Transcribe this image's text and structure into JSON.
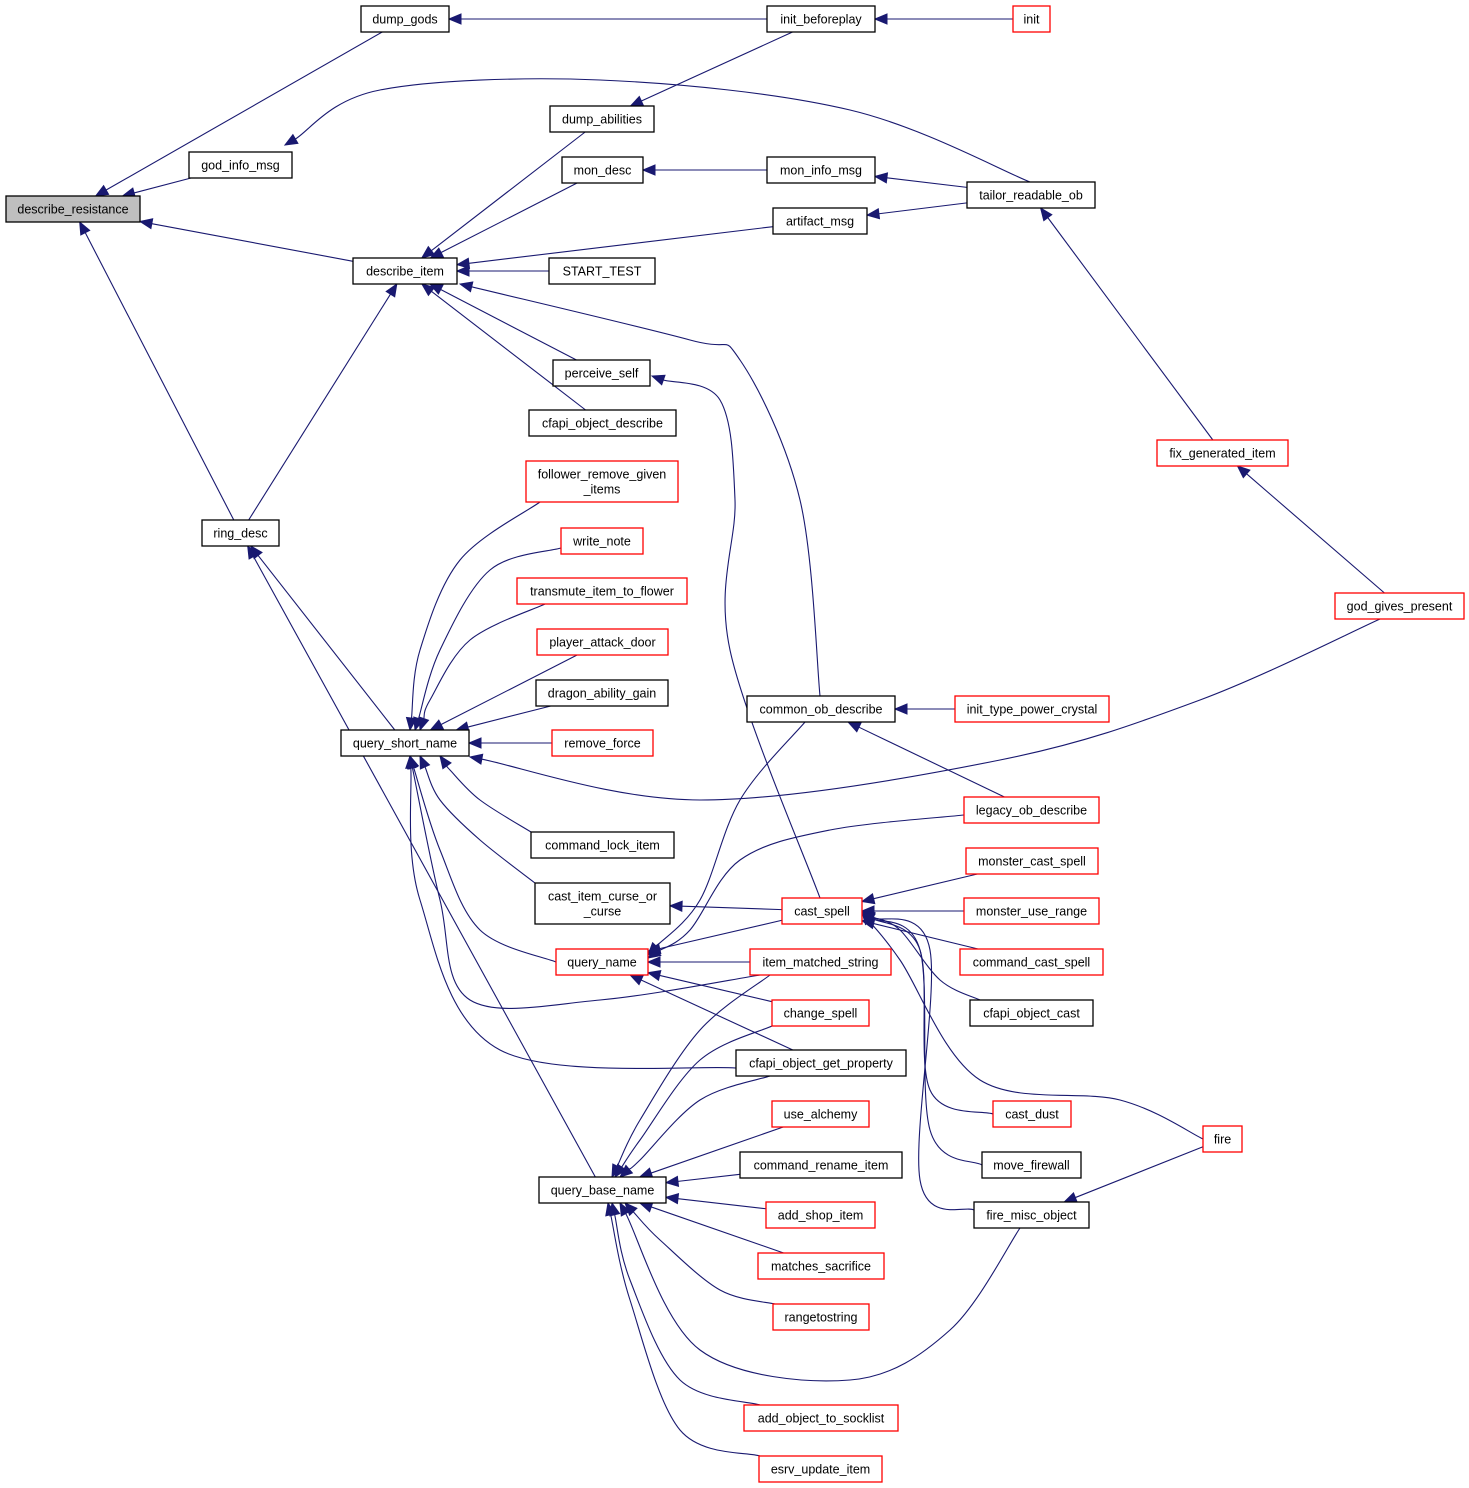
{
  "colors": {
    "edge": "#191970",
    "focus_fill": "#bfbfbf",
    "normal_border": "#000000",
    "truncated_border": "#ff0000",
    "background": "#ffffff"
  },
  "nodes": [
    {
      "id": "describe_resistance",
      "label": [
        "describe_resistance"
      ],
      "kind": "focus"
    },
    {
      "id": "dump_gods",
      "label": [
        "dump_gods"
      ],
      "kind": "normal"
    },
    {
      "id": "god_info_msg",
      "label": [
        "god_info_msg"
      ],
      "kind": "normal"
    },
    {
      "id": "describe_item",
      "label": [
        "describe_item"
      ],
      "kind": "normal"
    },
    {
      "id": "ring_desc",
      "label": [
        "ring_desc"
      ],
      "kind": "normal"
    },
    {
      "id": "init_beforeplay",
      "label": [
        "init_beforeplay"
      ],
      "kind": "normal"
    },
    {
      "id": "init",
      "label": [
        "init"
      ],
      "kind": "truncated"
    },
    {
      "id": "dump_abilities",
      "label": [
        "dump_abilities"
      ],
      "kind": "normal"
    },
    {
      "id": "mon_desc",
      "label": [
        "mon_desc"
      ],
      "kind": "normal"
    },
    {
      "id": "mon_info_msg",
      "label": [
        "mon_info_msg"
      ],
      "kind": "normal"
    },
    {
      "id": "tailor_readable_ob",
      "label": [
        "tailor_readable_ob"
      ],
      "kind": "normal"
    },
    {
      "id": "artifact_msg",
      "label": [
        "artifact_msg"
      ],
      "kind": "normal"
    },
    {
      "id": "START_TEST",
      "label": [
        "START_TEST"
      ],
      "kind": "normal"
    },
    {
      "id": "perceive_self",
      "label": [
        "perceive_self"
      ],
      "kind": "normal"
    },
    {
      "id": "cfapi_object_describe",
      "label": [
        "cfapi_object_describe"
      ],
      "kind": "normal"
    },
    {
      "id": "follower_remove_given_items",
      "label": [
        "follower_remove_given",
        "_items"
      ],
      "kind": "truncated"
    },
    {
      "id": "write_note",
      "label": [
        "write_note"
      ],
      "kind": "truncated"
    },
    {
      "id": "transmute_item_to_flower",
      "label": [
        "transmute_item_to_flower"
      ],
      "kind": "truncated"
    },
    {
      "id": "player_attack_door",
      "label": [
        "player_attack_door"
      ],
      "kind": "truncated"
    },
    {
      "id": "dragon_ability_gain",
      "label": [
        "dragon_ability_gain"
      ],
      "kind": "normal"
    },
    {
      "id": "remove_force",
      "label": [
        "remove_force"
      ],
      "kind": "truncated"
    },
    {
      "id": "query_short_name",
      "label": [
        "query_short_name"
      ],
      "kind": "normal"
    },
    {
      "id": "fix_generated_item",
      "label": [
        "fix_generated_item"
      ],
      "kind": "truncated"
    },
    {
      "id": "god_gives_present",
      "label": [
        "god_gives_present"
      ],
      "kind": "truncated"
    },
    {
      "id": "common_ob_describe",
      "label": [
        "common_ob_describe"
      ],
      "kind": "normal"
    },
    {
      "id": "init_type_power_crystal",
      "label": [
        "init_type_power_crystal"
      ],
      "kind": "truncated"
    },
    {
      "id": "legacy_ob_describe",
      "label": [
        "legacy_ob_describe"
      ],
      "kind": "truncated"
    },
    {
      "id": "command_lock_item",
      "label": [
        "command_lock_item"
      ],
      "kind": "normal"
    },
    {
      "id": "monster_cast_spell",
      "label": [
        "monster_cast_spell"
      ],
      "kind": "truncated"
    },
    {
      "id": "cast_item_curse_or_curse",
      "label": [
        "cast_item_curse_or",
        "_curse"
      ],
      "kind": "normal"
    },
    {
      "id": "cast_spell",
      "label": [
        "cast_spell"
      ],
      "kind": "truncated"
    },
    {
      "id": "monster_use_range",
      "label": [
        "monster_use_range"
      ],
      "kind": "truncated"
    },
    {
      "id": "query_name",
      "label": [
        "query_name"
      ],
      "kind": "truncated"
    },
    {
      "id": "item_matched_string",
      "label": [
        "item_matched_string"
      ],
      "kind": "truncated"
    },
    {
      "id": "command_cast_spell",
      "label": [
        "command_cast_spell"
      ],
      "kind": "truncated"
    },
    {
      "id": "cfapi_object_cast",
      "label": [
        "cfapi_object_cast"
      ],
      "kind": "normal"
    },
    {
      "id": "change_spell",
      "label": [
        "change_spell"
      ],
      "kind": "truncated"
    },
    {
      "id": "cfapi_object_get_property",
      "label": [
        "cfapi_object_get_property"
      ],
      "kind": "normal"
    },
    {
      "id": "use_alchemy",
      "label": [
        "use_alchemy"
      ],
      "kind": "truncated"
    },
    {
      "id": "cast_dust",
      "label": [
        "cast_dust"
      ],
      "kind": "truncated"
    },
    {
      "id": "fire",
      "label": [
        "fire"
      ],
      "kind": "truncated"
    },
    {
      "id": "command_rename_item",
      "label": [
        "command_rename_item"
      ],
      "kind": "normal"
    },
    {
      "id": "move_firewall",
      "label": [
        "move_firewall"
      ],
      "kind": "normal"
    },
    {
      "id": "query_base_name",
      "label": [
        "query_base_name"
      ],
      "kind": "normal"
    },
    {
      "id": "add_shop_item",
      "label": [
        "add_shop_item"
      ],
      "kind": "truncated"
    },
    {
      "id": "fire_misc_object",
      "label": [
        "fire_misc_object"
      ],
      "kind": "normal"
    },
    {
      "id": "matches_sacrifice",
      "label": [
        "matches_sacrifice"
      ],
      "kind": "truncated"
    },
    {
      "id": "rangetostring",
      "label": [
        "rangetostring"
      ],
      "kind": "truncated"
    },
    {
      "id": "add_object_to_socklist",
      "label": [
        "add_object_to_socklist"
      ],
      "kind": "truncated"
    },
    {
      "id": "esrv_update_item",
      "label": [
        "esrv_update_item"
      ],
      "kind": "truncated"
    }
  ],
  "edges": [
    [
      "dump_gods",
      "describe_resistance"
    ],
    [
      "god_info_msg",
      "describe_resistance"
    ],
    [
      "describe_item",
      "describe_resistance"
    ],
    [
      "ring_desc",
      "describe_resistance"
    ],
    [
      "init_beforeplay",
      "dump_gods"
    ],
    [
      "init",
      "init_beforeplay"
    ],
    [
      "init_beforeplay",
      "dump_abilities"
    ],
    [
      "tailor_readable_ob",
      "god_info_msg"
    ],
    [
      "dump_abilities",
      "describe_item"
    ],
    [
      "mon_desc",
      "describe_item"
    ],
    [
      "artifact_msg",
      "describe_item"
    ],
    [
      "START_TEST",
      "describe_item"
    ],
    [
      "common_ob_describe",
      "describe_item"
    ],
    [
      "perceive_self",
      "describe_item"
    ],
    [
      "cfapi_object_describe",
      "describe_item"
    ],
    [
      "ring_desc",
      "describe_item"
    ],
    [
      "mon_info_msg",
      "mon_desc"
    ],
    [
      "tailor_readable_ob",
      "mon_info_msg"
    ],
    [
      "tailor_readable_ob",
      "artifact_msg"
    ],
    [
      "fix_generated_item",
      "tailor_readable_ob"
    ],
    [
      "god_gives_present",
      "fix_generated_item"
    ],
    [
      "cast_spell",
      "perceive_self"
    ],
    [
      "query_short_name",
      "ring_desc"
    ],
    [
      "query_base_name",
      "ring_desc"
    ],
    [
      "follower_remove_given_items",
      "query_short_name"
    ],
    [
      "write_note",
      "query_short_name"
    ],
    [
      "transmute_item_to_flower",
      "query_short_name"
    ],
    [
      "player_attack_door",
      "query_short_name"
    ],
    [
      "dragon_ability_gain",
      "query_short_name"
    ],
    [
      "remove_force",
      "query_short_name"
    ],
    [
      "god_gives_present",
      "query_short_name"
    ],
    [
      "command_lock_item",
      "query_short_name"
    ],
    [
      "cast_item_curse_or_curse",
      "query_short_name"
    ],
    [
      "query_name",
      "query_short_name"
    ],
    [
      "item_matched_string",
      "query_short_name"
    ],
    [
      "cfapi_object_get_property",
      "query_short_name"
    ],
    [
      "init_type_power_crystal",
      "common_ob_describe"
    ],
    [
      "legacy_ob_describe",
      "common_ob_describe"
    ],
    [
      "cast_spell",
      "cast_item_curse_or_curse"
    ],
    [
      "common_ob_describe",
      "query_name"
    ],
    [
      "legacy_ob_describe",
      "query_name"
    ],
    [
      "cast_spell",
      "query_name"
    ],
    [
      "item_matched_string",
      "query_name"
    ],
    [
      "change_spell",
      "query_name"
    ],
    [
      "cfapi_object_get_property",
      "query_name"
    ],
    [
      "monster_cast_spell",
      "cast_spell"
    ],
    [
      "monster_use_range",
      "cast_spell"
    ],
    [
      "command_cast_spell",
      "cast_spell"
    ],
    [
      "cfapi_object_cast",
      "cast_spell"
    ],
    [
      "fire",
      "cast_spell"
    ],
    [
      "cast_dust",
      "cast_spell"
    ],
    [
      "move_firewall",
      "cast_spell"
    ],
    [
      "fire_misc_object",
      "cast_spell"
    ],
    [
      "fire",
      "fire_misc_object"
    ],
    [
      "item_matched_string",
      "query_base_name"
    ],
    [
      "change_spell",
      "query_base_name"
    ],
    [
      "cfapi_object_get_property",
      "query_base_name"
    ],
    [
      "use_alchemy",
      "query_base_name"
    ],
    [
      "command_rename_item",
      "query_base_name"
    ],
    [
      "add_shop_item",
      "query_base_name"
    ],
    [
      "matches_sacrifice",
      "query_base_name"
    ],
    [
      "rangetostring",
      "query_base_name"
    ],
    [
      "fire_misc_object",
      "query_base_name"
    ],
    [
      "add_object_to_socklist",
      "query_base_name"
    ],
    [
      "esrv_update_item",
      "query_base_name"
    ]
  ]
}
